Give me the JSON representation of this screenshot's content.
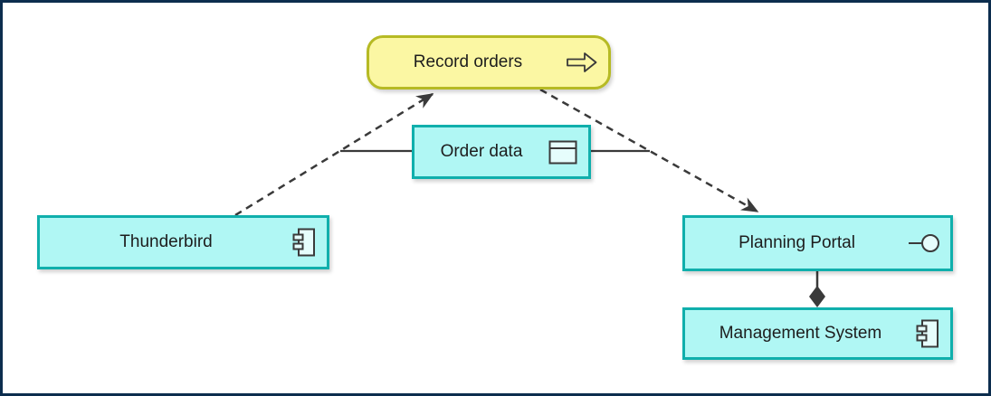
{
  "diagram": {
    "kind": "archimate-diagram",
    "colors": {
      "frame_border": "#0c2d4e",
      "background": "#ffffff",
      "process_fill": "#fbf7a3",
      "process_border": "#b6ba24",
      "app_fill": "#b0f7f4",
      "app_border": "#10afac",
      "connector": "#3a3a3a",
      "text": "#1d1d1d"
    },
    "nodes": {
      "record_orders": {
        "label": "Record orders",
        "type": "business-process",
        "icon": "process-arrow-icon"
      },
      "order_data": {
        "label": "Order data",
        "type": "data-object",
        "icon": "data-object-icon"
      },
      "thunderbird": {
        "label": "Thunderbird",
        "type": "application-component",
        "icon": "component-icon"
      },
      "planning_portal": {
        "label": "Planning Portal",
        "type": "application-interface",
        "icon": "interface-icon"
      },
      "management_system": {
        "label": "Management System",
        "type": "application-component",
        "icon": "component-icon"
      }
    },
    "connections": [
      {
        "from": "thunderbird",
        "to": "record_orders",
        "style": "dashed",
        "end_marker": "filled-arrow"
      },
      {
        "from": "record_orders",
        "to": "planning_portal",
        "style": "dashed",
        "end_marker": "filled-arrow"
      },
      {
        "from": "order_data",
        "to": "flow-thunderbird-record-orders",
        "style": "solid",
        "end_marker": "none"
      },
      {
        "from": "order_data",
        "to": "flow-record-orders-planning-portal",
        "style": "solid",
        "end_marker": "none"
      },
      {
        "from": "planning_portal",
        "to": "management_system",
        "style": "solid",
        "end_marker": "filled-diamond"
      }
    ]
  }
}
